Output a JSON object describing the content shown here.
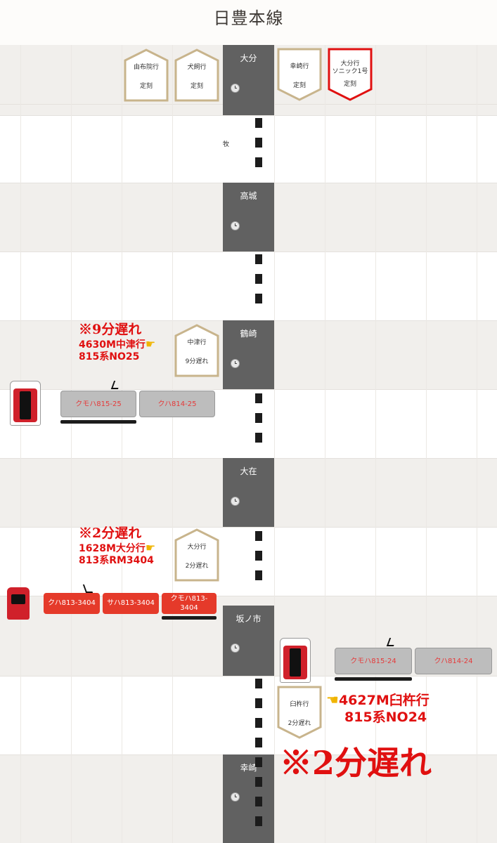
{
  "header": {
    "title": "日豊本線"
  },
  "stations": [
    {
      "name": "大分"
    },
    {
      "name": "高城"
    },
    {
      "name": "鶴崎"
    },
    {
      "name": "大在"
    },
    {
      "name": "坂ノ市"
    },
    {
      "name": "幸崎"
    }
  ],
  "between_labels": [
    {
      "text": "牧"
    }
  ],
  "cards": [
    {
      "id": "yufuin",
      "line1": "由布院行",
      "line2": "定刻",
      "direction": "up",
      "highlight": false
    },
    {
      "id": "inukai",
      "line1": "犬飼行",
      "line2": "定刻",
      "direction": "up",
      "highlight": false
    },
    {
      "id": "kouzaki",
      "line1": "幸崎行",
      "line2": "定刻",
      "direction": "down",
      "highlight": false
    },
    {
      "id": "sonic",
      "line1": "大分行",
      "line1b": "ソニック1号",
      "line2": "定刻",
      "direction": "down",
      "highlight": true
    },
    {
      "id": "nakatsu",
      "line1": "中津行",
      "line2": "9分遅れ",
      "direction": "up",
      "highlight": false
    },
    {
      "id": "oita2",
      "line1": "大分行",
      "line2": "2分遅れ",
      "direction": "up",
      "highlight": false
    },
    {
      "id": "usuki",
      "line1": "臼杵行",
      "line2": "2分遅れ",
      "direction": "down",
      "highlight": false
    }
  ],
  "annotations": [
    {
      "delay": "※9分遅れ",
      "train": "4630M中津行",
      "unit": "815系NO25",
      "icon": "finger-pointing-right"
    },
    {
      "delay": "※2分遅れ",
      "train": "1628M大分行",
      "unit": "813系RM3404",
      "icon": "finger-pointing-right"
    },
    {
      "delay": "※2分遅れ",
      "train": "4627M臼杵行",
      "unit": "815系NO24",
      "icon": "finger-pointing-left"
    }
  ],
  "trains": [
    {
      "cars": [
        "クモハ815-25",
        "クハ814-25"
      ],
      "livery": "silver"
    },
    {
      "cars": [
        "クハ813-3404",
        "サハ813-3404",
        "クモハ813-3404"
      ],
      "livery": "red"
    },
    {
      "cars": [
        "クモハ815-24",
        "クハ814-24"
      ],
      "livery": "silver"
    }
  ],
  "colors": {
    "accent_red": "#e01010",
    "card_border": "#c8b48c",
    "station_block": "#616161",
    "track": "#1c1c1c"
  }
}
